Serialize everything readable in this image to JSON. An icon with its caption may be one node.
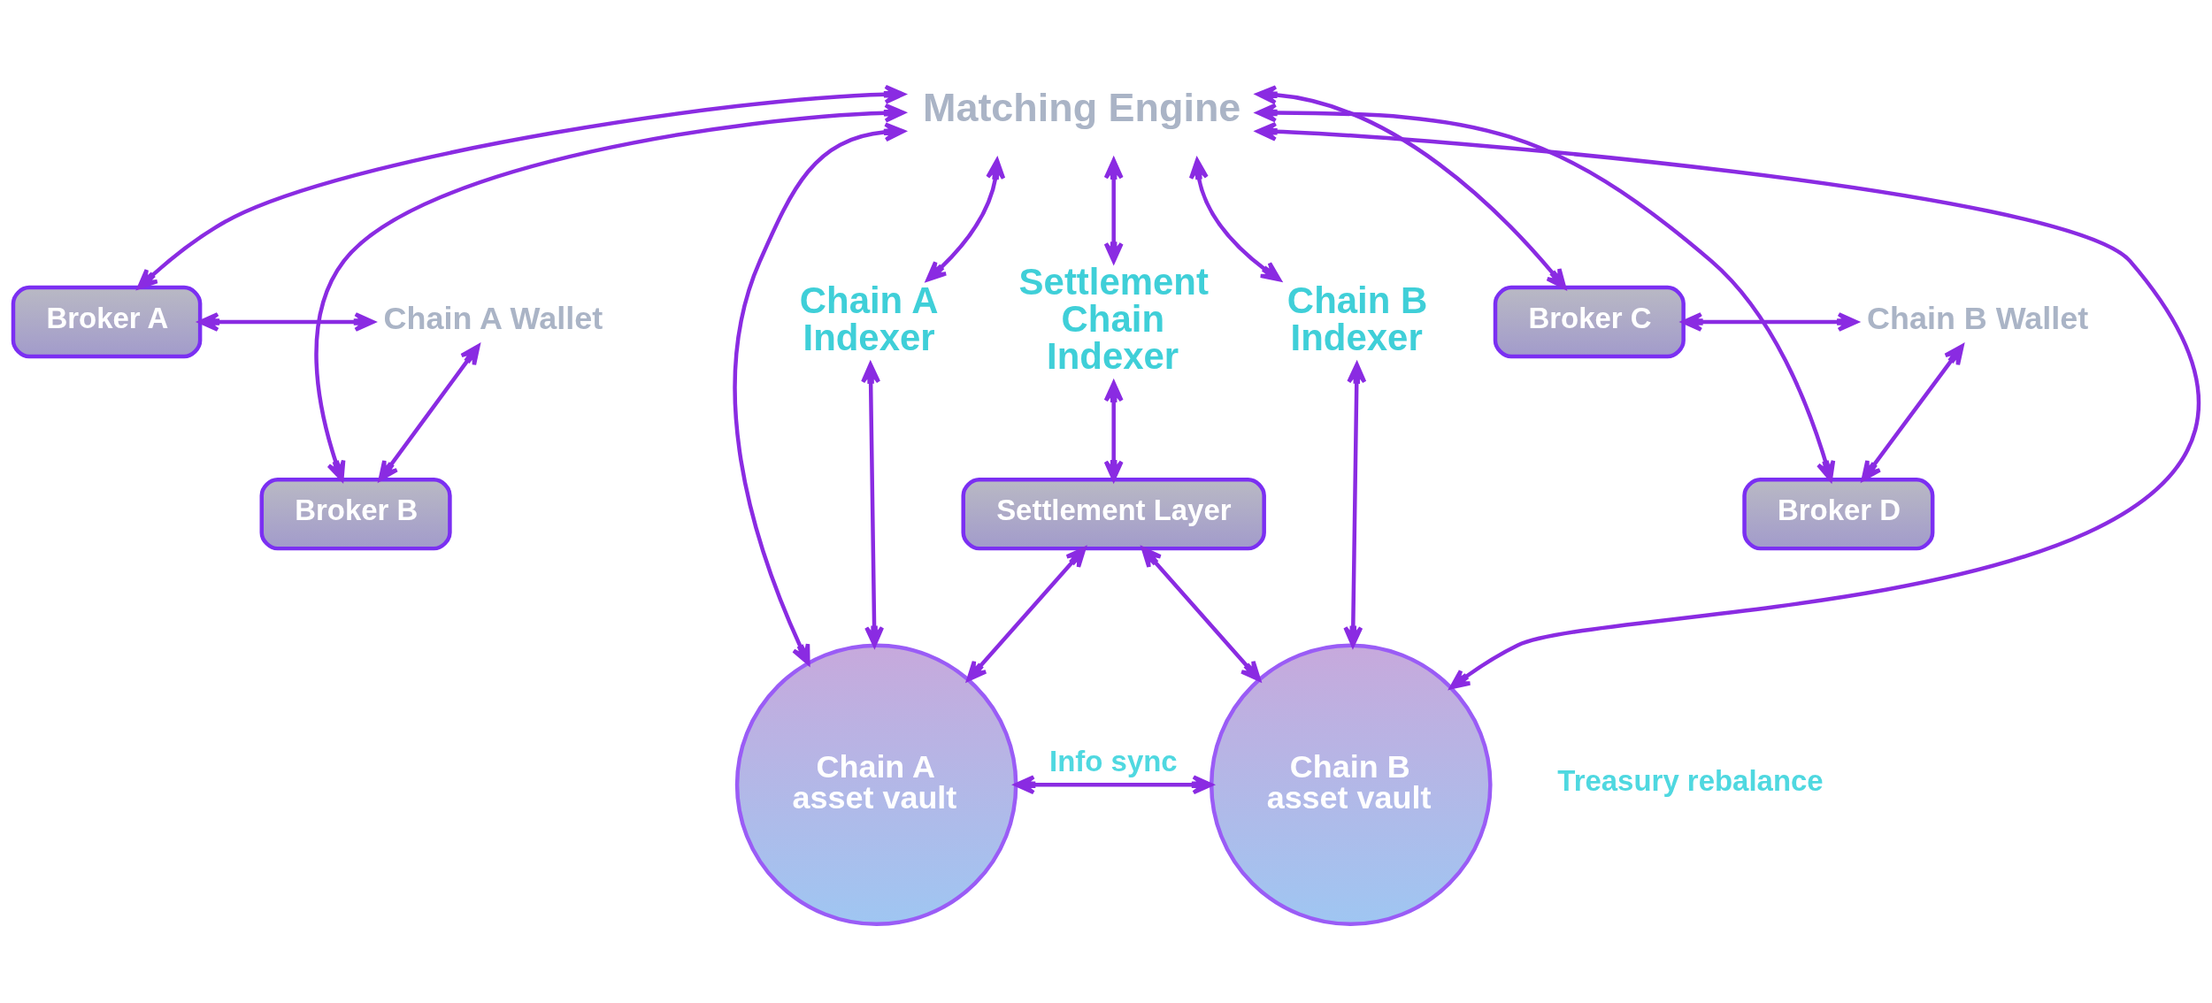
{
  "diagram": {
    "nodes": [
      {
        "text": [
          "Matching Engine"
        ]
      },
      {
        "text": [
          "Chain A Indexer"
        ]
      },
      {
        "text": [
          "Settlement Chain Indexer"
        ]
      },
      {
        "text": [
          "Chain B Indexer"
        ]
      },
      {
        "text": [
          "Chain A Wallet"
        ]
      },
      {
        "text": [
          "Broker A"
        ]
      },
      {
        "text": [
          "Broker B"
        ]
      },
      {
        "text": [
          "Settlement Layer"
        ]
      },
      {
        "text": [
          "Broker C"
        ]
      },
      {
        "text": [
          "Broker D"
        ]
      },
      {
        "text": [
          "Chain B Wallet"
        ]
      },
      {
        "text": [
          "Chain A asset vault"
        ]
      },
      {
        "text": [
          "Chain B asset vault"
        ]
      }
    ],
    "edges": [
      {
        "from": 0,
        "to": 5,
        "arrow": "both"
      },
      {
        "from": 0,
        "to": 6,
        "arrow": "both"
      },
      {
        "from": 0,
        "to": 11,
        "arrow": "both"
      },
      {
        "from": 0,
        "to": 1,
        "arrow": "both"
      },
      {
        "from": 0,
        "to": 2,
        "arrow": "both"
      },
      {
        "from": 0,
        "to": 3,
        "arrow": "both"
      },
      {
        "from": 0,
        "to": 8,
        "arrow": "both"
      },
      {
        "from": 0,
        "to": 9,
        "arrow": "both"
      },
      {
        "from": 0,
        "to": 12,
        "arrow": "both"
      },
      {
        "from": 4,
        "to": 5,
        "arrow": "both"
      },
      {
        "from": 4,
        "to": 6,
        "arrow": "both"
      },
      {
        "from": 8,
        "to": 10,
        "arrow": "both"
      },
      {
        "from": 9,
        "to": 10,
        "arrow": "both"
      },
      {
        "from": 1,
        "to": 11,
        "arrow": "both"
      },
      {
        "from": 2,
        "to": 7,
        "arrow": "both"
      },
      {
        "from": 3,
        "to": 12,
        "arrow": "both"
      },
      {
        "from": 7,
        "to": 11,
        "arrow": "both"
      },
      {
        "from": 7,
        "to": 12,
        "arrow": "both"
      },
      {
        "from": 11,
        "to": 12,
        "arrow": "both",
        "label": "Info sync"
      }
    ],
    "labels": [
      "Treasury rebalance"
    ]
  }
}
